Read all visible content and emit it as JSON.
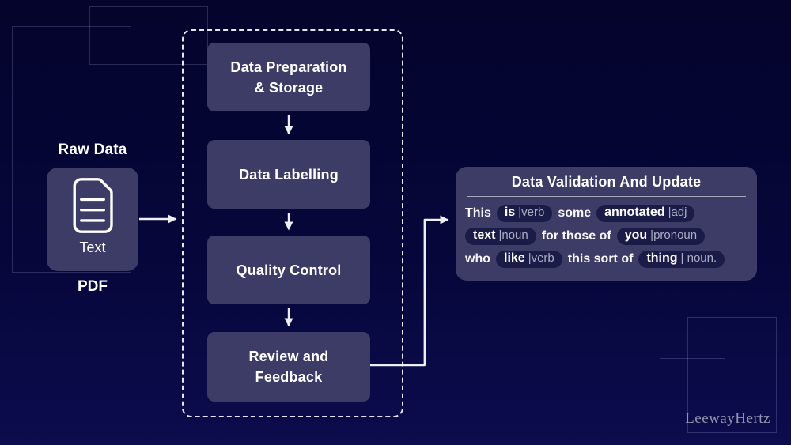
{
  "page": {
    "watermark": "LeewayHertz"
  },
  "raw_data": {
    "label": "Raw Data",
    "icon": "document-icon",
    "file_type": "Text",
    "format": "PDF"
  },
  "pipeline": {
    "steps": [
      {
        "label": "Data Preparation & Storage",
        "lines": [
          "Data Preparation",
          "& Storage"
        ]
      },
      {
        "label": "Data Labelling",
        "lines": [
          "Data Labelling"
        ]
      },
      {
        "label": "Quality Control",
        "lines": [
          "Quality Control"
        ]
      },
      {
        "label": "Review and Feedback",
        "lines": [
          "Review and",
          "Feedback"
        ]
      }
    ]
  },
  "validation": {
    "title": "Data Validation And Update",
    "lines": [
      [
        {
          "w": "This"
        },
        {
          "w": "is",
          "t": "|verb"
        },
        {
          "w": "some"
        },
        {
          "w": "annotated",
          "t": "|adj"
        }
      ],
      [
        {
          "w": "text",
          "t": "|noun"
        },
        {
          "w": "for those of"
        },
        {
          "w": "you",
          "t": "|pronoun"
        }
      ],
      [
        {
          "w": "who"
        },
        {
          "w": "like",
          "t": "|verb"
        },
        {
          "w": "this sort of"
        },
        {
          "w": "thing",
          "t": "| noun."
        }
      ]
    ]
  },
  "colors": {
    "background_top": "#04042c",
    "background_bottom": "#0c0c4e",
    "box_fill": "#3c3c66",
    "pill_fill": "#1b1b48",
    "text_primary": "#ffffff",
    "tag_text": "#aeaec6",
    "arrow": "#eeeef5",
    "watermark_text": "#9595ad"
  }
}
